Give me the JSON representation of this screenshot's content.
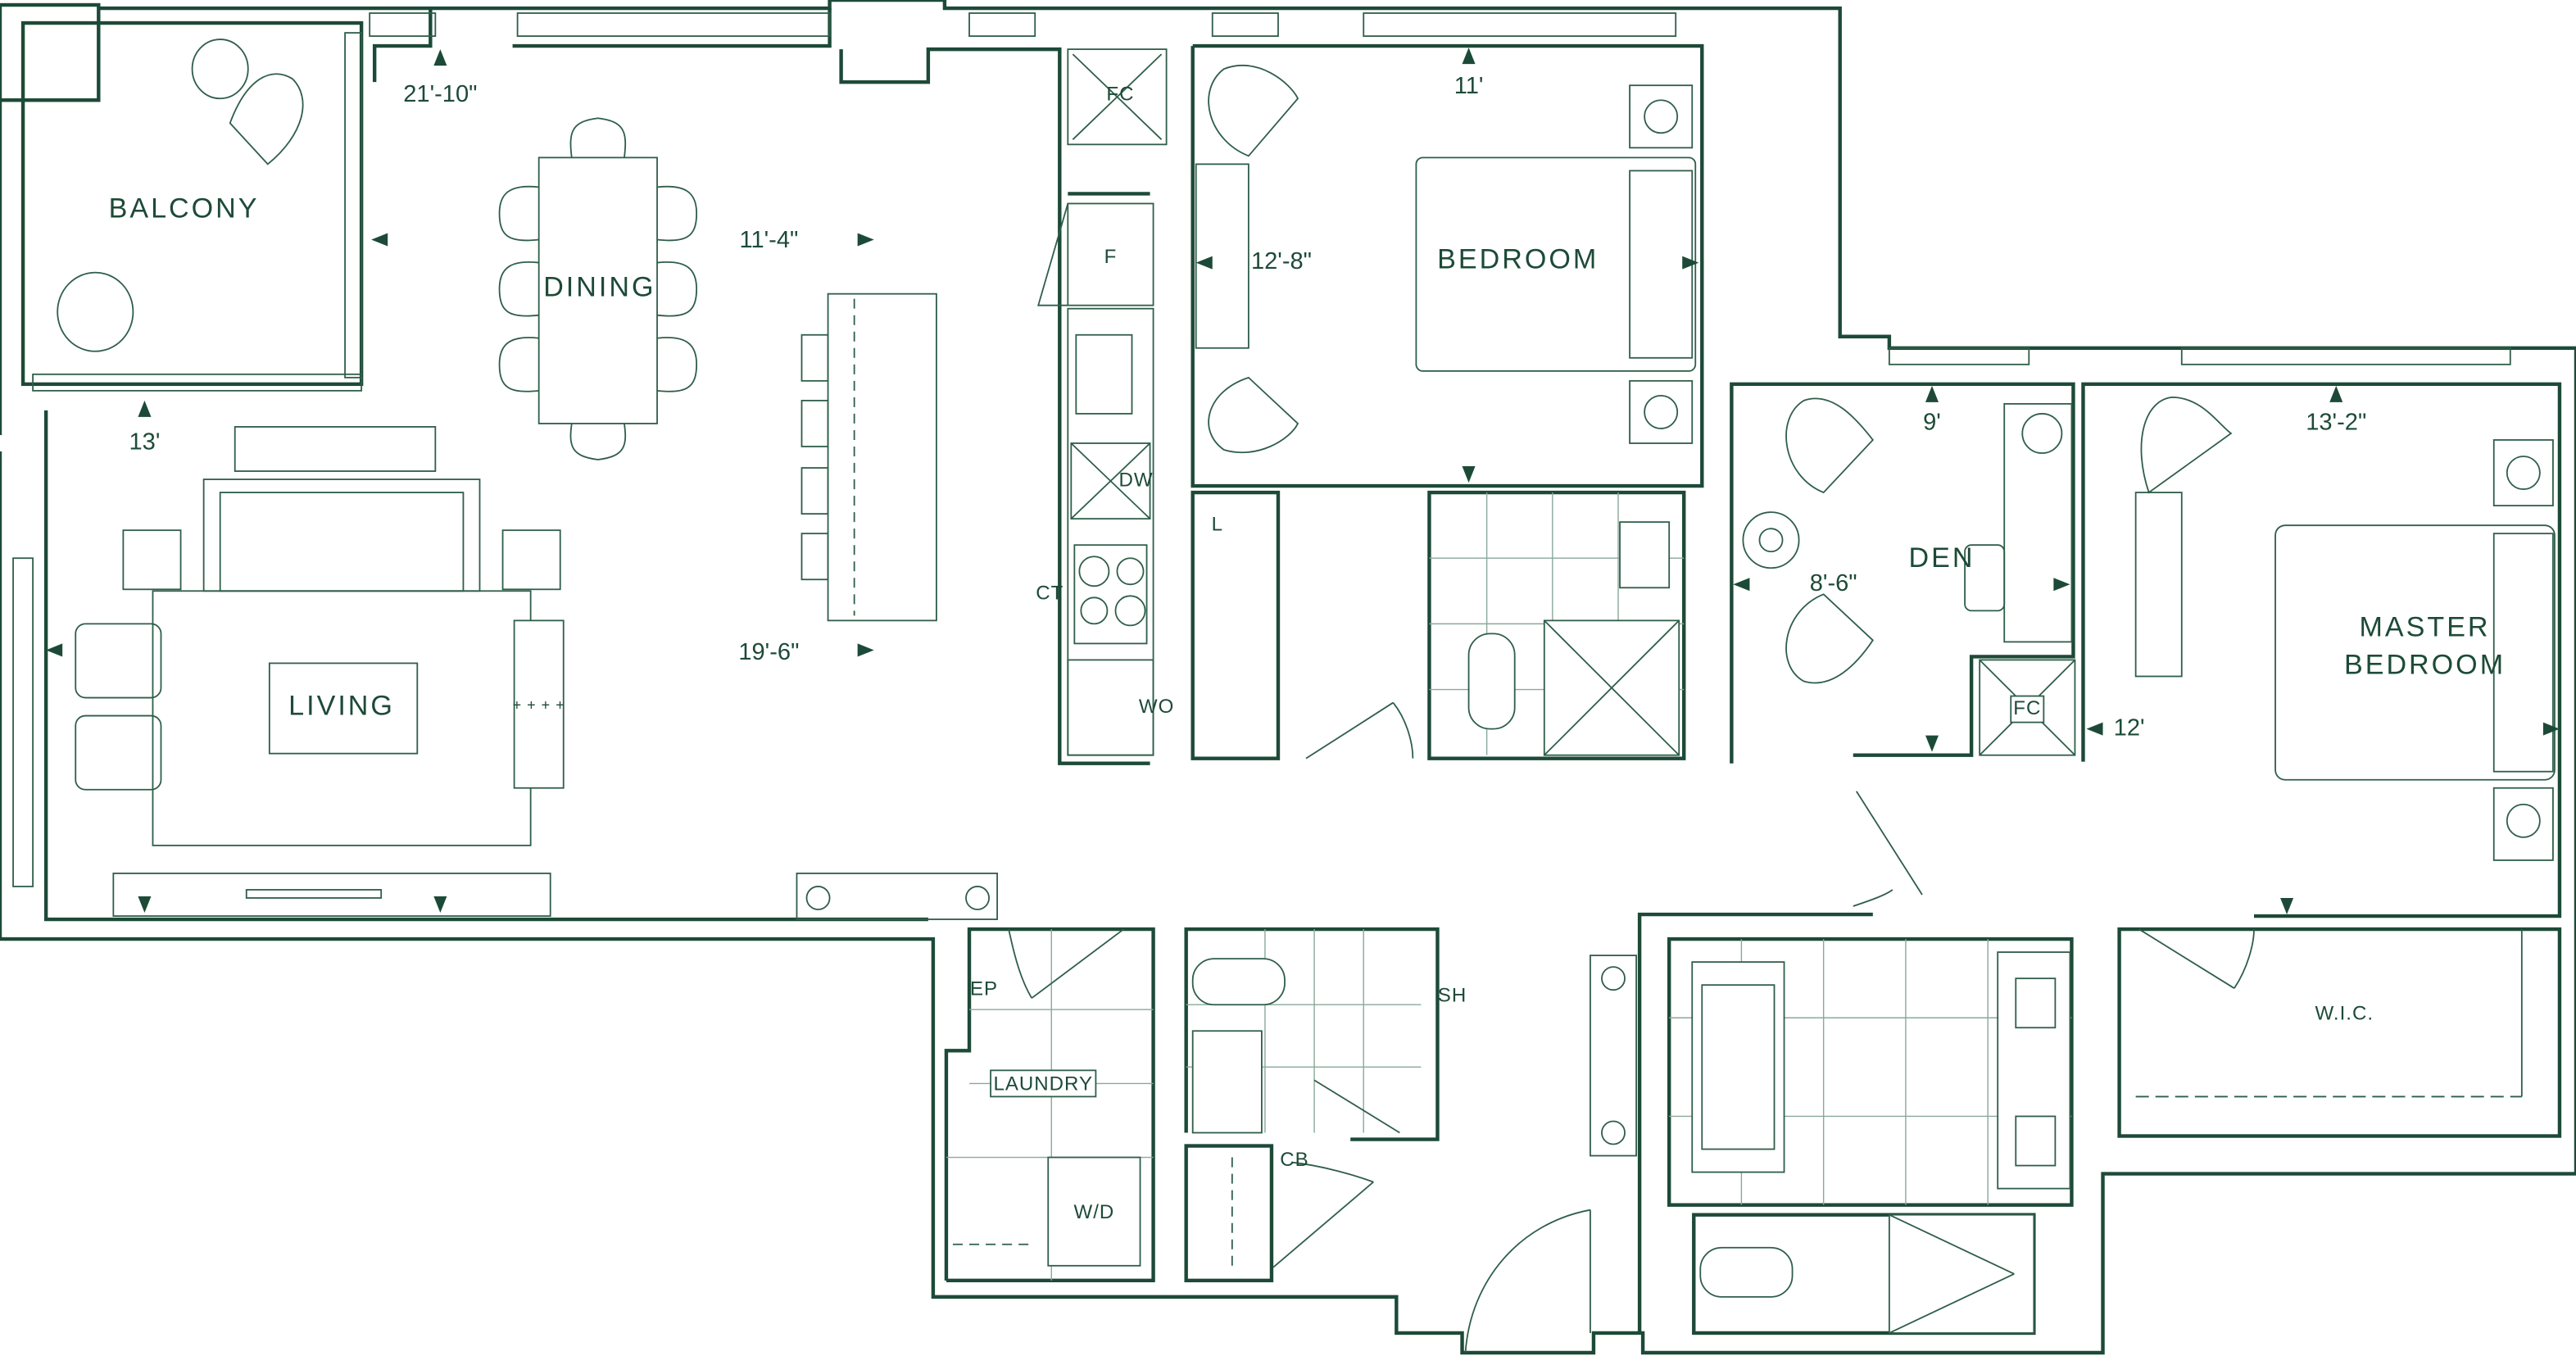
{
  "accent_color": "#1d4a38",
  "rooms": {
    "balcony": "BALCONY",
    "dining": "DINING",
    "living": "LIVING",
    "bedroom": "BEDROOM",
    "den": "DEN",
    "master_line1": "MASTER",
    "master_line2": "BEDROOM",
    "wic": "W.I.C.",
    "laundry": "LAUNDRY"
  },
  "fixtures": {
    "fc_kitchen": "FC",
    "fridge": "F",
    "dishwasher": "DW",
    "cooktop": "CT",
    "wall_oven": "WO",
    "linen": "L",
    "electrical_panel": "EP",
    "shower": "SH",
    "closet": "CB",
    "washer_dryer": "W/D",
    "fc_den": "FC"
  },
  "dimensions": {
    "balcony_depth": "21'-10\"",
    "dining_width": "11'-4\"",
    "balcony_width": "13'",
    "living_length": "19'-6\"",
    "bedroom_length": "12'-8\"",
    "bedroom_width": "11'",
    "den_width": "9'",
    "master_width": "13'-2\"",
    "den_length": "8'-6\"",
    "master_length": "12'"
  }
}
